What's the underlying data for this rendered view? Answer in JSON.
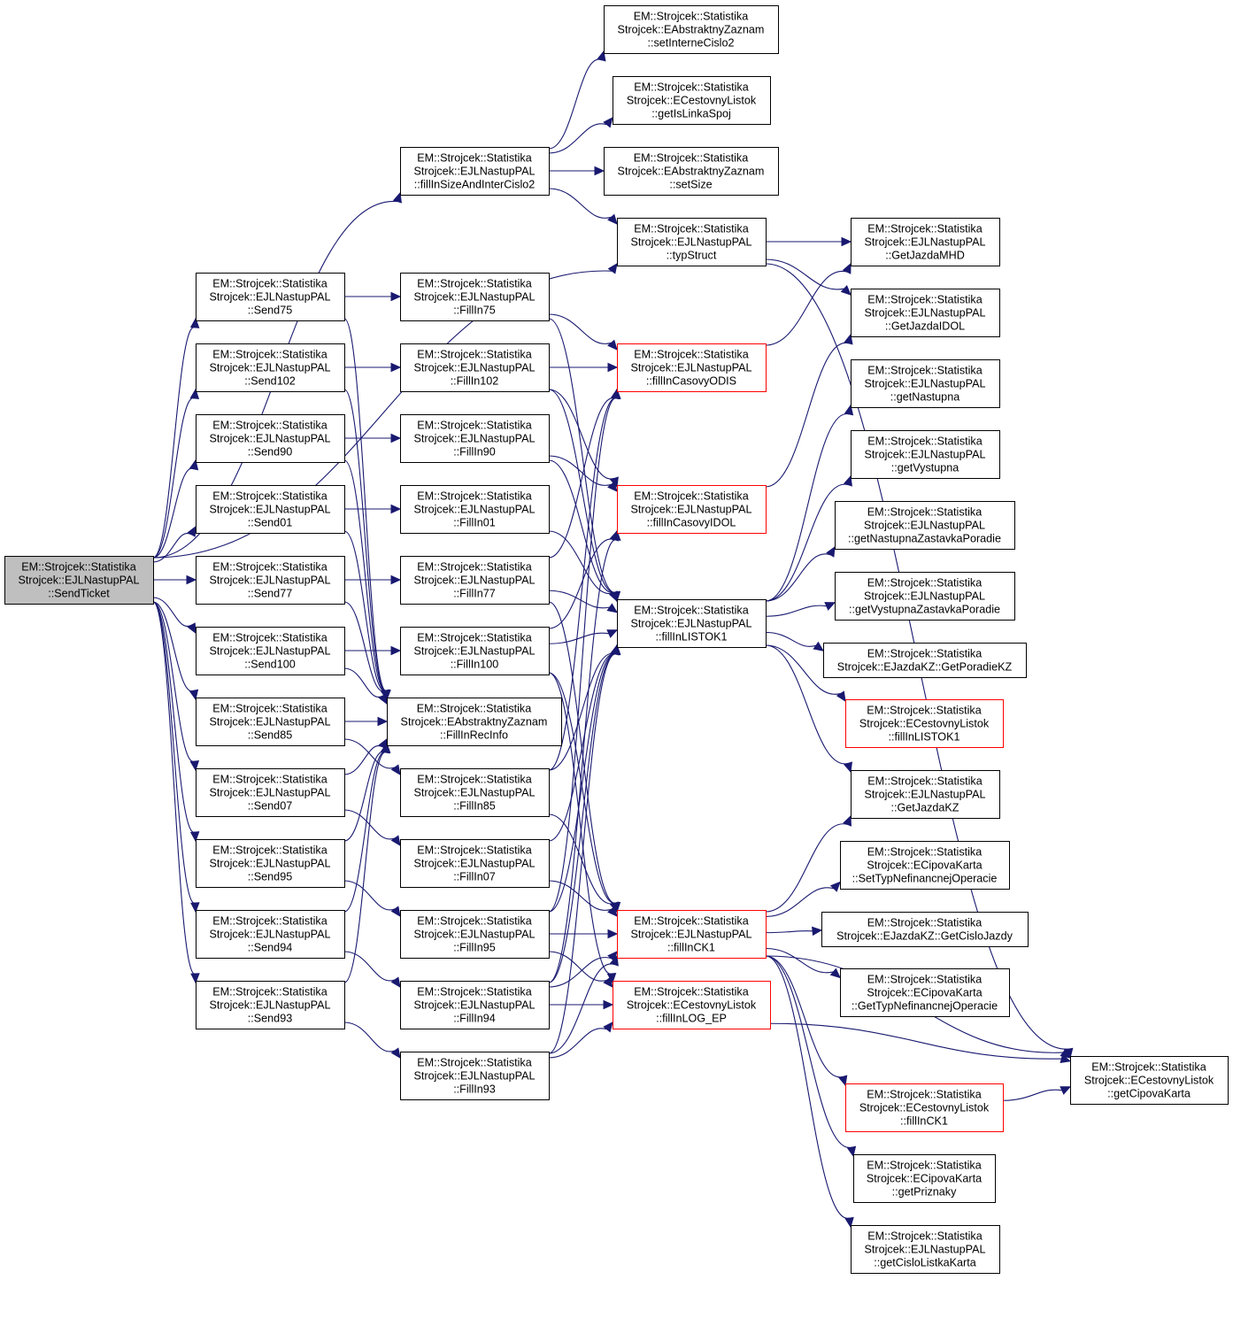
{
  "graph": {
    "type": "call-graph",
    "edge_color": "#191970",
    "root_fill": "#bfbfbf",
    "truncated_border_color": "#ff0000",
    "nodes": [
      {
        "id": "SendTicket",
        "lines": [
          "EM::Strojcek::Statistika",
          "Strojcek::EJLNastupPAL",
          "::SendTicket"
        ],
        "root": true
      },
      {
        "id": "fillInSizeAndInterCislo2",
        "lines": [
          "EM::Strojcek::Statistika",
          "Strojcek::EJLNastupPAL",
          "::fillInSizeAndInterCislo2"
        ]
      },
      {
        "id": "setInterneCislo2",
        "lines": [
          "EM::Strojcek::Statistika",
          "Strojcek::EAbstraktnyZaznam",
          "::setInterneCislo2"
        ]
      },
      {
        "id": "getIsLinkaSpoj",
        "lines": [
          "EM::Strojcek::Statistika",
          "Strojcek::ECestovnyListok",
          "::getIsLinkaSpoj"
        ]
      },
      {
        "id": "setSize",
        "lines": [
          "EM::Strojcek::Statistika",
          "Strojcek::EAbstraktnyZaznam",
          "::setSize"
        ]
      },
      {
        "id": "typStruct",
        "lines": [
          "EM::Strojcek::Statistika",
          "Strojcek::EJLNastupPAL",
          "::typStruct"
        ]
      },
      {
        "id": "GetJazdaMHD",
        "lines": [
          "EM::Strojcek::Statistika",
          "Strojcek::EJLNastupPAL",
          "::GetJazdaMHD"
        ]
      },
      {
        "id": "GetJazdaIDOL",
        "lines": [
          "EM::Strojcek::Statistika",
          "Strojcek::EJLNastupPAL",
          "::GetJazdaIDOL"
        ]
      },
      {
        "id": "Send75",
        "lines": [
          "EM::Strojcek::Statistika",
          "Strojcek::EJLNastupPAL",
          "::Send75"
        ]
      },
      {
        "id": "Send102",
        "lines": [
          "EM::Strojcek::Statistika",
          "Strojcek::EJLNastupPAL",
          "::Send102"
        ]
      },
      {
        "id": "Send90",
        "lines": [
          "EM::Strojcek::Statistika",
          "Strojcek::EJLNastupPAL",
          "::Send90"
        ]
      },
      {
        "id": "Send01",
        "lines": [
          "EM::Strojcek::Statistika",
          "Strojcek::EJLNastupPAL",
          "::Send01"
        ]
      },
      {
        "id": "Send77",
        "lines": [
          "EM::Strojcek::Statistika",
          "Strojcek::EJLNastupPAL",
          "::Send77"
        ]
      },
      {
        "id": "Send100",
        "lines": [
          "EM::Strojcek::Statistika",
          "Strojcek::EJLNastupPAL",
          "::Send100"
        ]
      },
      {
        "id": "Send85",
        "lines": [
          "EM::Strojcek::Statistika",
          "Strojcek::EJLNastupPAL",
          "::Send85"
        ]
      },
      {
        "id": "Send07",
        "lines": [
          "EM::Strojcek::Statistika",
          "Strojcek::EJLNastupPAL",
          "::Send07"
        ]
      },
      {
        "id": "Send95",
        "lines": [
          "EM::Strojcek::Statistika",
          "Strojcek::EJLNastupPAL",
          "::Send95"
        ]
      },
      {
        "id": "Send94",
        "lines": [
          "EM::Strojcek::Statistika",
          "Strojcek::EJLNastupPAL",
          "::Send94"
        ]
      },
      {
        "id": "Send93",
        "lines": [
          "EM::Strojcek::Statistika",
          "Strojcek::EJLNastupPAL",
          "::Send93"
        ]
      },
      {
        "id": "FillIn75",
        "lines": [
          "EM::Strojcek::Statistika",
          "Strojcek::EJLNastupPAL",
          "::FillIn75"
        ]
      },
      {
        "id": "FillIn102",
        "lines": [
          "EM::Strojcek::Statistika",
          "Strojcek::EJLNastupPAL",
          "::FillIn102"
        ]
      },
      {
        "id": "FillIn90",
        "lines": [
          "EM::Strojcek::Statistika",
          "Strojcek::EJLNastupPAL",
          "::FillIn90"
        ]
      },
      {
        "id": "FillIn01",
        "lines": [
          "EM::Strojcek::Statistika",
          "Strojcek::EJLNastupPAL",
          "::FillIn01"
        ]
      },
      {
        "id": "FillIn77",
        "lines": [
          "EM::Strojcek::Statistika",
          "Strojcek::EJLNastupPAL",
          "::FillIn77"
        ]
      },
      {
        "id": "FillIn100",
        "lines": [
          "EM::Strojcek::Statistika",
          "Strojcek::EJLNastupPAL",
          "::FillIn100"
        ]
      },
      {
        "id": "FillInRecInfo",
        "lines": [
          "EM::Strojcek::Statistika",
          "Strojcek::EAbstraktnyZaznam",
          "::FillInRecInfo"
        ]
      },
      {
        "id": "FillIn85",
        "lines": [
          "EM::Strojcek::Statistika",
          "Strojcek::EJLNastupPAL",
          "::FillIn85"
        ]
      },
      {
        "id": "FillIn07",
        "lines": [
          "EM::Strojcek::Statistika",
          "Strojcek::EJLNastupPAL",
          "::FillIn07"
        ]
      },
      {
        "id": "FillIn95",
        "lines": [
          "EM::Strojcek::Statistika",
          "Strojcek::EJLNastupPAL",
          "::FillIn95"
        ]
      },
      {
        "id": "FillIn94",
        "lines": [
          "EM::Strojcek::Statistika",
          "Strojcek::EJLNastupPAL",
          "::FillIn94"
        ]
      },
      {
        "id": "FillIn93",
        "lines": [
          "EM::Strojcek::Statistika",
          "Strojcek::EJLNastupPAL",
          "::FillIn93"
        ]
      },
      {
        "id": "fillInCasovyODIS",
        "lines": [
          "EM::Strojcek::Statistika",
          "Strojcek::EJLNastupPAL",
          "::fillInCasovyODIS"
        ],
        "truncated": true
      },
      {
        "id": "fillInCasovyIDOL",
        "lines": [
          "EM::Strojcek::Statistika",
          "Strojcek::EJLNastupPAL",
          "::fillInCasovyIDOL"
        ],
        "truncated": true
      },
      {
        "id": "fillInLISTOK1",
        "lines": [
          "EM::Strojcek::Statistika",
          "Strojcek::EJLNastupPAL",
          "::fillInLISTOK1"
        ]
      },
      {
        "id": "fillInCK1",
        "lines": [
          "EM::Strojcek::Statistika",
          "Strojcek::EJLNastupPAL",
          "::fillInCK1"
        ],
        "truncated": true
      },
      {
        "id": "fillInLOG_EP",
        "lines": [
          "EM::Strojcek::Statistika",
          "Strojcek::ECestovnyListok",
          "::fillInLOG_EP"
        ],
        "truncated": true
      },
      {
        "id": "getNastupna",
        "lines": [
          "EM::Strojcek::Statistika",
          "Strojcek::EJLNastupPAL",
          "::getNastupna"
        ]
      },
      {
        "id": "getVystupna",
        "lines": [
          "EM::Strojcek::Statistika",
          "Strojcek::EJLNastupPAL",
          "::getVystupna"
        ]
      },
      {
        "id": "getNastupnaZastavkaPoradie",
        "lines": [
          "EM::Strojcek::Statistika",
          "Strojcek::EJLNastupPAL",
          "::getNastupnaZastavkaPoradie"
        ]
      },
      {
        "id": "getVystupnaZastavkaPoradie",
        "lines": [
          "EM::Strojcek::Statistika",
          "Strojcek::EJLNastupPAL",
          "::getVystupnaZastavkaPoradie"
        ]
      },
      {
        "id": "GetPoradieKZ",
        "lines": [
          "EM::Strojcek::Statistika",
          "Strojcek::EJazdaKZ::GetPoradieKZ"
        ]
      },
      {
        "id": "ECestovnyListok_fillInLISTOK1",
        "lines": [
          "EM::Strojcek::Statistika",
          "Strojcek::ECestovnyListok",
          "::fillInLISTOK1"
        ],
        "truncated": true
      },
      {
        "id": "GetJazdaKZ",
        "lines": [
          "EM::Strojcek::Statistika",
          "Strojcek::EJLNastupPAL",
          "::GetJazdaKZ"
        ]
      },
      {
        "id": "SetTypNefinancnejOperacie",
        "lines": [
          "EM::Strojcek::Statistika",
          "Strojcek::ECipovaKarta",
          "::SetTypNefinancnejOperacie"
        ]
      },
      {
        "id": "GetCisloJazdy",
        "lines": [
          "EM::Strojcek::Statistika",
          "Strojcek::EJazdaKZ::GetCisloJazdy"
        ]
      },
      {
        "id": "GetTypNefinancnejOperacie",
        "lines": [
          "EM::Strojcek::Statistika",
          "Strojcek::ECipovaKarta",
          "::GetTypNefinancnejOperacie"
        ]
      },
      {
        "id": "getCipovaKarta",
        "lines": [
          "EM::Strojcek::Statistika",
          "Strojcek::ECestovnyListok",
          "::getCipovaKarta"
        ]
      },
      {
        "id": "ECestovnyListok_fillInCK1",
        "lines": [
          "EM::Strojcek::Statistika",
          "Strojcek::ECestovnyListok",
          "::fillInCK1"
        ],
        "truncated": true
      },
      {
        "id": "getPriznaky",
        "lines": [
          "EM::Strojcek::Statistika",
          "Strojcek::ECipovaKarta",
          "::getPriznaky"
        ]
      },
      {
        "id": "getCisloListkaKarta",
        "lines": [
          "EM::Strojcek::Statistika",
          "Strojcek::EJLNastupPAL",
          "::getCisloListkaKarta"
        ]
      }
    ],
    "edges": [
      [
        "SendTicket",
        "fillInSizeAndInterCislo2"
      ],
      [
        "SendTicket",
        "typStruct"
      ],
      [
        "SendTicket",
        "Send75"
      ],
      [
        "SendTicket",
        "Send102"
      ],
      [
        "SendTicket",
        "Send90"
      ],
      [
        "SendTicket",
        "Send01"
      ],
      [
        "SendTicket",
        "Send77"
      ],
      [
        "SendTicket",
        "Send100"
      ],
      [
        "SendTicket",
        "Send85"
      ],
      [
        "SendTicket",
        "Send07"
      ],
      [
        "SendTicket",
        "Send95"
      ],
      [
        "SendTicket",
        "Send94"
      ],
      [
        "SendTicket",
        "Send93"
      ],
      [
        "fillInSizeAndInterCislo2",
        "setInterneCislo2"
      ],
      [
        "fillInSizeAndInterCislo2",
        "getIsLinkaSpoj"
      ],
      [
        "fillInSizeAndInterCislo2",
        "setSize"
      ],
      [
        "fillInSizeAndInterCislo2",
        "typStruct"
      ],
      [
        "typStruct",
        "GetJazdaMHD"
      ],
      [
        "typStruct",
        "GetJazdaIDOL"
      ],
      [
        "typStruct",
        "getCipovaKarta"
      ],
      [
        "Send75",
        "FillIn75"
      ],
      [
        "Send75",
        "FillInRecInfo"
      ],
      [
        "Send102",
        "FillIn102"
      ],
      [
        "Send102",
        "FillInRecInfo"
      ],
      [
        "Send90",
        "FillIn90"
      ],
      [
        "Send90",
        "FillInRecInfo"
      ],
      [
        "Send01",
        "FillIn01"
      ],
      [
        "Send01",
        "FillInRecInfo"
      ],
      [
        "Send77",
        "FillIn77"
      ],
      [
        "Send77",
        "FillInRecInfo"
      ],
      [
        "Send100",
        "FillIn100"
      ],
      [
        "Send100",
        "FillInRecInfo"
      ],
      [
        "Send85",
        "FillInRecInfo"
      ],
      [
        "Send85",
        "FillIn85"
      ],
      [
        "Send07",
        "FillInRecInfo"
      ],
      [
        "Send07",
        "FillIn07"
      ],
      [
        "Send95",
        "FillInRecInfo"
      ],
      [
        "Send95",
        "FillIn95"
      ],
      [
        "Send94",
        "FillInRecInfo"
      ],
      [
        "Send94",
        "FillIn94"
      ],
      [
        "Send93",
        "FillInRecInfo"
      ],
      [
        "Send93",
        "FillIn93"
      ],
      [
        "FillIn75",
        "fillInCasovyODIS"
      ],
      [
        "FillIn75",
        "fillInLISTOK1"
      ],
      [
        "FillIn102",
        "fillInCasovyODIS"
      ],
      [
        "FillIn102",
        "fillInCasovyIDOL"
      ],
      [
        "FillIn102",
        "fillInLISTOK1"
      ],
      [
        "FillIn90",
        "fillInCasovyIDOL"
      ],
      [
        "FillIn90",
        "fillInLISTOK1"
      ],
      [
        "FillIn01",
        "fillInLISTOK1"
      ],
      [
        "FillIn77",
        "fillInCasovyODIS"
      ],
      [
        "FillIn77",
        "fillInLISTOK1"
      ],
      [
        "FillIn77",
        "fillInCK1"
      ],
      [
        "FillIn100",
        "fillInCasovyIDOL"
      ],
      [
        "FillIn100",
        "fillInLISTOK1"
      ],
      [
        "FillIn100",
        "fillInCK1"
      ],
      [
        "FillIn100",
        "fillInLOG_EP"
      ],
      [
        "FillIn85",
        "fillInCasovyODIS"
      ],
      [
        "FillIn85",
        "fillInLISTOK1"
      ],
      [
        "FillIn85",
        "fillInCK1"
      ],
      [
        "FillIn07",
        "fillInLISTOK1"
      ],
      [
        "FillIn07",
        "fillInCK1"
      ],
      [
        "FillIn95",
        "fillInCasovyODIS"
      ],
      [
        "FillIn95",
        "fillInLISTOK1"
      ],
      [
        "FillIn95",
        "fillInCK1"
      ],
      [
        "FillIn95",
        "fillInLOG_EP"
      ],
      [
        "FillIn94",
        "fillInCasovyIDOL"
      ],
      [
        "FillIn94",
        "fillInLISTOK1"
      ],
      [
        "FillIn94",
        "fillInCK1"
      ],
      [
        "FillIn94",
        "fillInLOG_EP"
      ],
      [
        "FillIn93",
        "fillInLISTOK1"
      ],
      [
        "FillIn93",
        "fillInCK1"
      ],
      [
        "FillIn93",
        "fillInLOG_EP"
      ],
      [
        "fillInCasovyODIS",
        "GetJazdaMHD"
      ],
      [
        "fillInCasovyIDOL",
        "GetJazdaIDOL"
      ],
      [
        "fillInLISTOK1",
        "getNastupna"
      ],
      [
        "fillInLISTOK1",
        "getVystupna"
      ],
      [
        "fillInLISTOK1",
        "getNastupnaZastavkaPoradie"
      ],
      [
        "fillInLISTOK1",
        "getVystupnaZastavkaPoradie"
      ],
      [
        "fillInLISTOK1",
        "GetPoradieKZ"
      ],
      [
        "fillInLISTOK1",
        "ECestovnyListok_fillInLISTOK1"
      ],
      [
        "fillInLISTOK1",
        "GetJazdaKZ"
      ],
      [
        "fillInCK1",
        "GetJazdaKZ"
      ],
      [
        "fillInCK1",
        "SetTypNefinancnejOperacie"
      ],
      [
        "fillInCK1",
        "GetCisloJazdy"
      ],
      [
        "fillInCK1",
        "GetTypNefinancnejOperacie"
      ],
      [
        "fillInCK1",
        "getCipovaKarta"
      ],
      [
        "fillInCK1",
        "ECestovnyListok_fillInCK1"
      ],
      [
        "fillInCK1",
        "getPriznaky"
      ],
      [
        "fillInCK1",
        "getCisloListkaKarta"
      ],
      [
        "ECestovnyListok_fillInCK1",
        "getCipovaKarta"
      ],
      [
        "fillInLOG_EP",
        "getCipovaKarta"
      ]
    ]
  }
}
